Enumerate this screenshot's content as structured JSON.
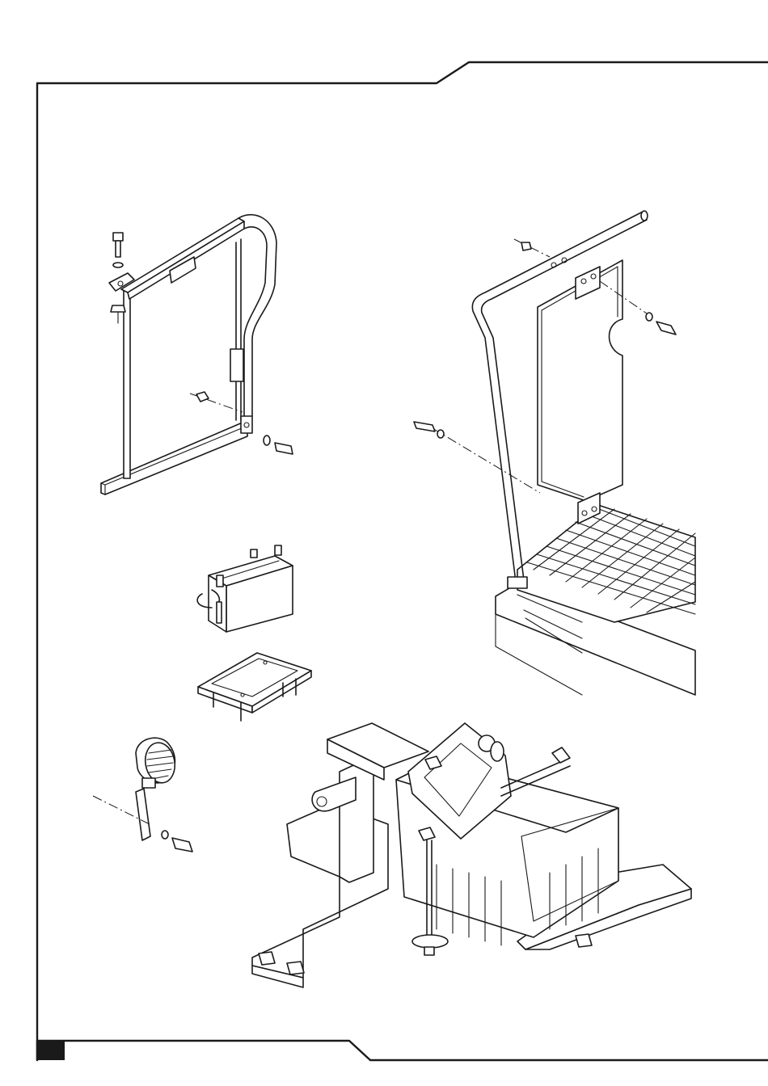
{
  "page": {
    "frame_color": "#1a1a1a",
    "tab_color": "#1a1a1a"
  },
  "figures": [
    {
      "name": "roll-bar-assembly"
    },
    {
      "name": "seat-panel-with-guard-rail"
    },
    {
      "name": "battery"
    },
    {
      "name": "battery-tray"
    },
    {
      "name": "work-lamp-with-bracket"
    },
    {
      "name": "battery-mount-assembly"
    }
  ]
}
